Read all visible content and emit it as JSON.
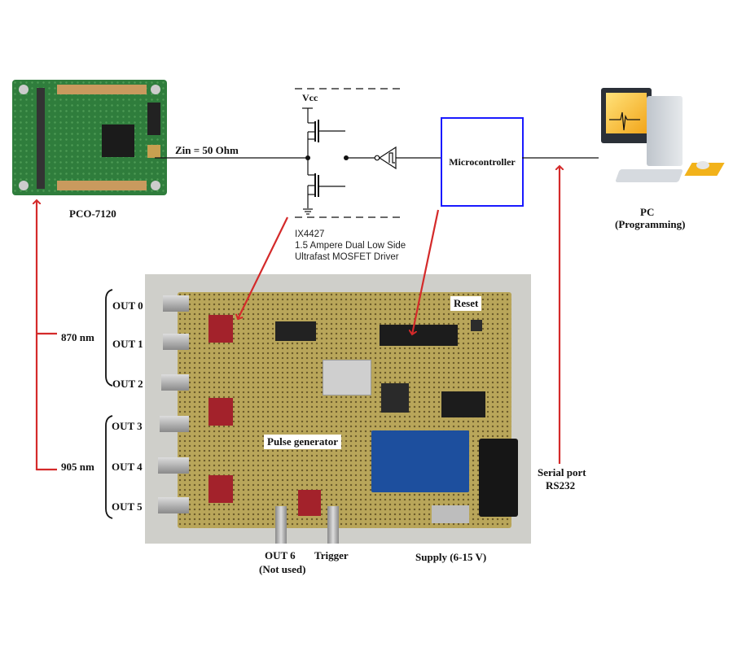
{
  "pco_board": {
    "label": "PCO-7120",
    "impedance_label": "Zin = 50 Ohm"
  },
  "driver": {
    "vcc_label": "Vcc",
    "part_number": "IX4427",
    "description_line1": "1.5 Ampere Dual Low Side",
    "description_line2": "Ultrafast MOSFET Driver"
  },
  "microcontroller": {
    "label": "Microcontroller"
  },
  "pc": {
    "label": "PC",
    "sublabel": "(Programming)"
  },
  "serial": {
    "line1": "Serial port",
    "line2": "RS232"
  },
  "wavelength_groups": [
    {
      "label": "870 nm"
    },
    {
      "label": "905 nm"
    }
  ],
  "outputs": [
    "OUT 0",
    "OUT 1",
    "OUT 2",
    "OUT 3",
    "OUT 4",
    "OUT 5"
  ],
  "photo_labels": {
    "reset": "Reset",
    "pulse_generator": "Pulse generator",
    "out6": "OUT 6",
    "out6_note": "(Not used)",
    "trigger": "Trigger",
    "supply": "Supply (6-15 V)"
  },
  "colors": {
    "arrow": "#d42a2a",
    "mcu_border": "#1a1aff",
    "wire": "#111111"
  }
}
